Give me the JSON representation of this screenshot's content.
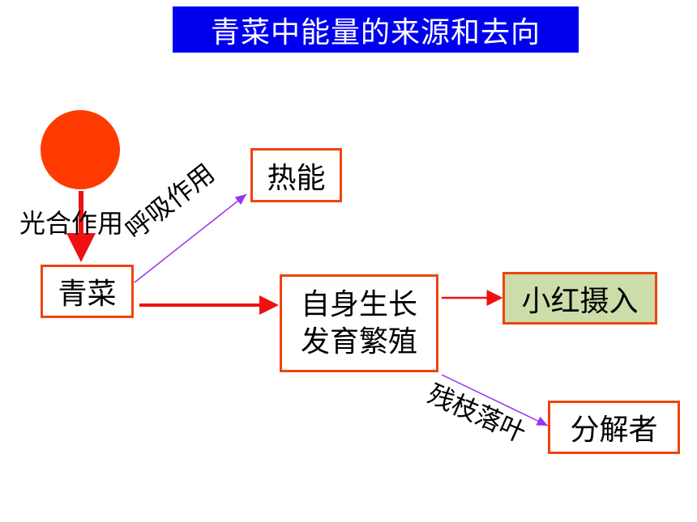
{
  "title": "青菜中能量的来源和去向",
  "nodes": {
    "vegetable": "青菜",
    "heat": "热能",
    "growth_line1": "自身生长",
    "growth_line2": "发育繁殖",
    "xiaohong": "小红摄入",
    "decomposer": "分解者"
  },
  "edge_labels": {
    "photosynthesis": "光合作用",
    "respiration": "呼吸作用",
    "litter": "残枝落叶"
  },
  "colors": {
    "title_bg": "#0000ee",
    "box_border": "#ee4411",
    "sun": "#ff3a00",
    "main_arrow": "#ee1111",
    "thin_arrow": "#9933ee",
    "highlight_box": "#ccddaa"
  }
}
